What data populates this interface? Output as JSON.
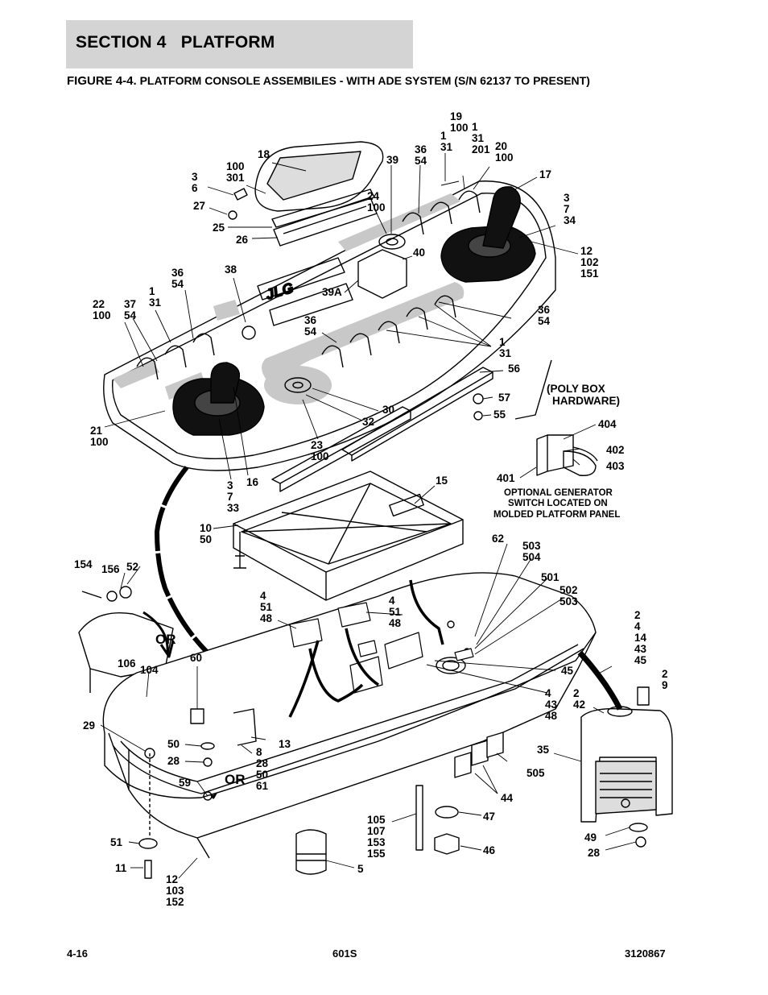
{
  "header": {
    "section_title": "SECTION 4   PLATFORM",
    "figure_label": "FIGURE 4-4.",
    "figure_title": "PLATFORM CONSOLE ASSEMBILES - WITH ADE SYSTEM (S/N 62137 TO PRESENT)"
  },
  "callouts": [
    {
      "id": "c1",
      "lines": [
        "19",
        "100"
      ]
    },
    {
      "id": "c2",
      "lines": [
        "1",
        "31"
      ]
    },
    {
      "id": "c3",
      "lines": [
        "1",
        "31",
        "201"
      ]
    },
    {
      "id": "c4",
      "lines": [
        "20",
        "100"
      ]
    },
    {
      "id": "c5",
      "lines": [
        "18"
      ]
    },
    {
      "id": "c6",
      "lines": [
        "36",
        "54"
      ]
    },
    {
      "id": "c7",
      "lines": [
        "100",
        "301"
      ]
    },
    {
      "id": "c8",
      "lines": [
        "39"
      ]
    },
    {
      "id": "c9",
      "lines": [
        "17"
      ]
    },
    {
      "id": "c10",
      "lines": [
        "3",
        "6"
      ]
    },
    {
      "id": "c11",
      "lines": [
        "24",
        "100"
      ]
    },
    {
      "id": "c12",
      "lines": [
        "27"
      ]
    },
    {
      "id": "c13",
      "lines": [
        "3",
        "7",
        "34"
      ]
    },
    {
      "id": "c14",
      "lines": [
        "25"
      ]
    },
    {
      "id": "c15",
      "lines": [
        "26"
      ]
    },
    {
      "id": "c16",
      "lines": [
        "40"
      ]
    },
    {
      "id": "c17",
      "lines": [
        "12",
        "102",
        "151"
      ]
    },
    {
      "id": "c18",
      "lines": [
        "36",
        "54"
      ]
    },
    {
      "id": "c19",
      "lines": [
        "38"
      ]
    },
    {
      "id": "c20",
      "lines": [
        "39A"
      ]
    },
    {
      "id": "c21",
      "lines": [
        "1",
        "31"
      ]
    },
    {
      "id": "c22",
      "lines": [
        "22",
        "100"
      ]
    },
    {
      "id": "c23",
      "lines": [
        "37",
        "54"
      ]
    },
    {
      "id": "c24",
      "lines": [
        "36",
        "54"
      ]
    },
    {
      "id": "c25",
      "lines": [
        "36",
        "54"
      ]
    },
    {
      "id": "c26",
      "lines": [
        "1",
        "31"
      ]
    },
    {
      "id": "c27",
      "lines": [
        "56"
      ]
    },
    {
      "id": "c28",
      "lines": [
        "57"
      ]
    },
    {
      "id": "c29",
      "lines": [
        "55"
      ]
    },
    {
      "id": "c30",
      "lines": [
        "30"
      ]
    },
    {
      "id": "c31",
      "lines": [
        "32"
      ]
    },
    {
      "id": "c32",
      "lines": [
        "21",
        "100"
      ]
    },
    {
      "id": "c33",
      "lines": [
        "23",
        "100"
      ]
    },
    {
      "id": "c34",
      "lines": [
        "404"
      ]
    },
    {
      "id": "c35",
      "lines": [
        "402"
      ]
    },
    {
      "id": "c36",
      "lines": [
        "403"
      ]
    },
    {
      "id": "c37",
      "lines": [
        "401"
      ]
    },
    {
      "id": "c38",
      "lines": [
        "3",
        "7",
        "33"
      ]
    },
    {
      "id": "c39",
      "lines": [
        "16"
      ]
    },
    {
      "id": "c40",
      "lines": [
        "15"
      ]
    },
    {
      "id": "c41",
      "lines": [
        "10",
        "50"
      ]
    },
    {
      "id": "c42",
      "lines": [
        "62"
      ]
    },
    {
      "id": "c43",
      "lines": [
        "503",
        "504"
      ]
    },
    {
      "id": "c44",
      "lines": [
        "154"
      ]
    },
    {
      "id": "c45",
      "lines": [
        "156"
      ]
    },
    {
      "id": "c46",
      "lines": [
        "52"
      ]
    },
    {
      "id": "c47",
      "lines": [
        "501"
      ]
    },
    {
      "id": "c48",
      "lines": [
        "502",
        "503"
      ]
    },
    {
      "id": "c49",
      "lines": [
        "4",
        "51",
        "48"
      ]
    },
    {
      "id": "c50",
      "lines": [
        "4",
        "51",
        "48"
      ]
    },
    {
      "id": "c51",
      "lines": [
        "2",
        "4",
        "14",
        "43",
        "45"
      ]
    },
    {
      "id": "c52",
      "lines": [
        "106"
      ]
    },
    {
      "id": "c53",
      "lines": [
        "104"
      ]
    },
    {
      "id": "c54",
      "lines": [
        "60"
      ]
    },
    {
      "id": "c55",
      "lines": [
        "45"
      ]
    },
    {
      "id": "c56",
      "lines": [
        "2",
        "9"
      ]
    },
    {
      "id": "c57",
      "lines": [
        "4",
        "43",
        "48"
      ]
    },
    {
      "id": "c58",
      "lines": [
        "2",
        "42"
      ]
    },
    {
      "id": "c59",
      "lines": [
        "29"
      ]
    },
    {
      "id": "c60",
      "lines": [
        "13"
      ]
    },
    {
      "id": "c61",
      "lines": [
        "50"
      ]
    },
    {
      "id": "c62",
      "lines": [
        "8",
        "28",
        "50",
        "61"
      ]
    },
    {
      "id": "c63",
      "lines": [
        "28"
      ]
    },
    {
      "id": "c64",
      "lines": [
        "35"
      ]
    },
    {
      "id": "c65",
      "lines": [
        "505"
      ]
    },
    {
      "id": "c66",
      "lines": [
        "59"
      ]
    },
    {
      "id": "c67",
      "lines": [
        "44"
      ]
    },
    {
      "id": "c68",
      "lines": [
        "47"
      ]
    },
    {
      "id": "c69",
      "lines": [
        "105",
        "107",
        "153",
        "155"
      ]
    },
    {
      "id": "c70",
      "lines": [
        "51"
      ]
    },
    {
      "id": "c71",
      "lines": [
        "49"
      ]
    },
    {
      "id": "c72",
      "lines": [
        "46"
      ]
    },
    {
      "id": "c73",
      "lines": [
        "28"
      ]
    },
    {
      "id": "c74",
      "lines": [
        "5"
      ]
    },
    {
      "id": "c75",
      "lines": [
        "11"
      ]
    },
    {
      "id": "c76",
      "lines": [
        "12",
        "103",
        "152"
      ]
    }
  ],
  "notes": {
    "poly_box": [
      "(POLY BOX",
      "HARDWARE)"
    ],
    "generator": [
      "OPTIONAL GENERATOR",
      "SWITCH LOCATED ON",
      "MOLDED PLATFORM PANEL"
    ],
    "or_label": "OR"
  },
  "footer": {
    "page": "4-16",
    "model": "601S",
    "part_number": "3120867"
  }
}
